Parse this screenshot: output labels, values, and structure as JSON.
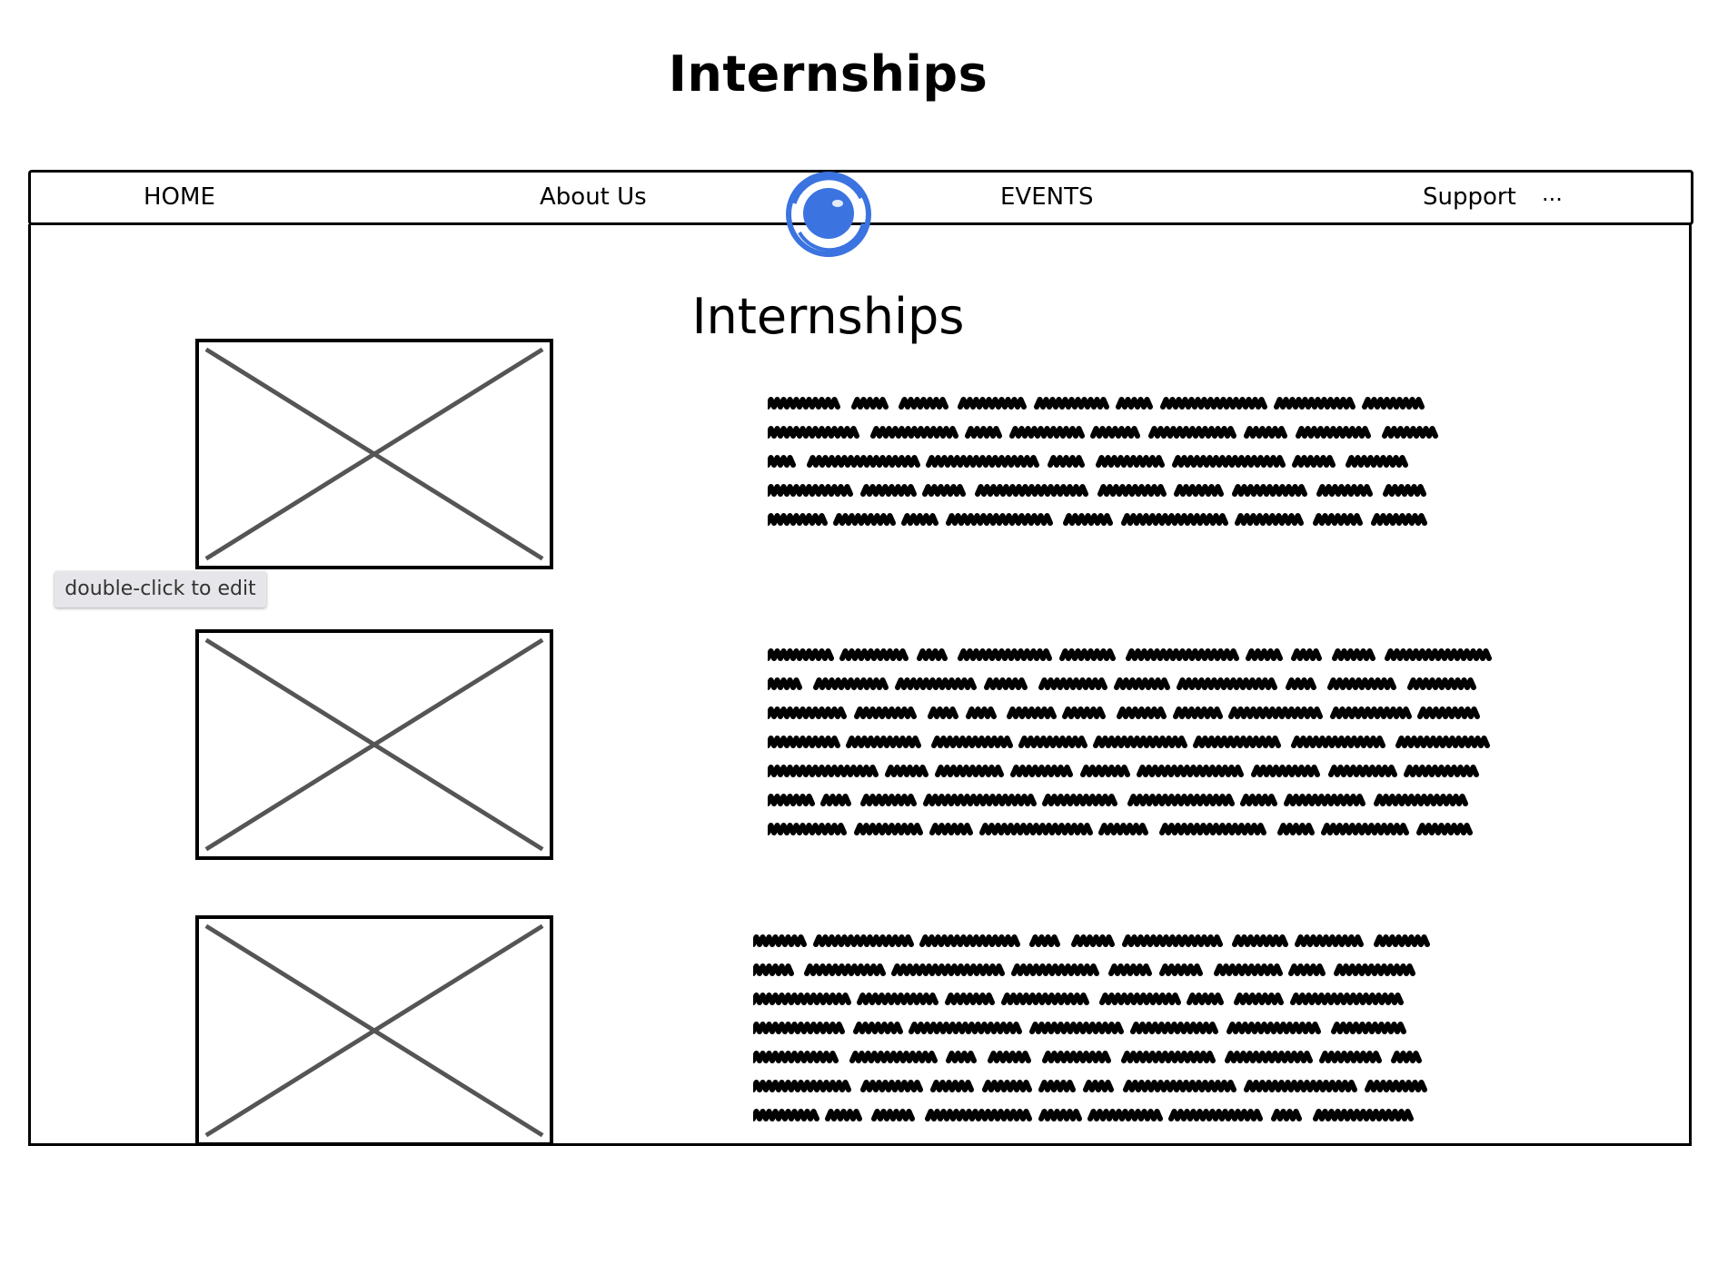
{
  "page": {
    "title": "Internships"
  },
  "nav": {
    "items": [
      {
        "label": "HOME"
      },
      {
        "label": "About Us"
      },
      {
        "label": "EVENTS"
      },
      {
        "label": "Support"
      }
    ],
    "more_label": "...",
    "logo_icon": "circle-logo-icon",
    "logo_color": "#3b73e0"
  },
  "content": {
    "heading": "Internships",
    "sections": [
      {
        "image_icon": "image-placeholder-icon",
        "text_lines": 5
      },
      {
        "image_icon": "image-placeholder-icon",
        "text_lines": 7
      },
      {
        "image_icon": "image-placeholder-icon",
        "text_lines": 7
      }
    ]
  },
  "tooltip": {
    "text": "double-click to edit"
  }
}
